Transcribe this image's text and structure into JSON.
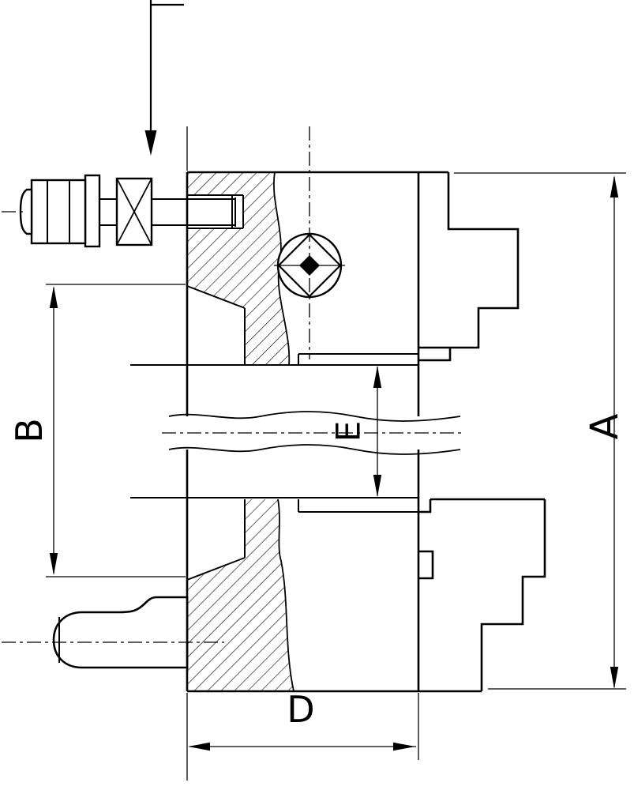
{
  "page": {
    "background_color": "#ffffff",
    "line_color": "#000000"
  },
  "drawing": {
    "type": "technical-section-drawing",
    "subject": "lathe chuck cross-section with stepped jaws and mounting bolt",
    "labels": {
      "A": "A",
      "B": "B",
      "D": "D",
      "E": "E"
    }
  }
}
